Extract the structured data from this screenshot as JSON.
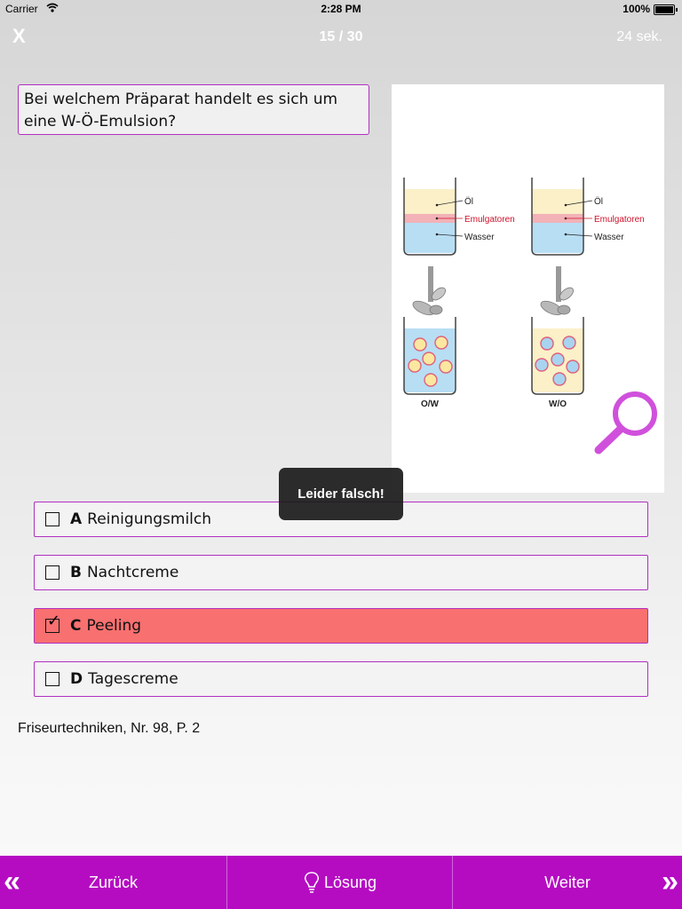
{
  "statusbar": {
    "carrier": "Carrier",
    "time": "2:28 PM",
    "battery": "100%"
  },
  "header": {
    "close_label": "X",
    "progress": "15 / 30",
    "timer": "24 sek."
  },
  "question": {
    "text": "Bei welchem Präparat handelt es sich um eine W-Ö-Emulsion?"
  },
  "figure": {
    "labels": {
      "oil": "Öl",
      "emulsifier": "Emulgatoren",
      "water": "Wasser",
      "left_caption": "O/W",
      "right_caption": "W/O"
    },
    "colors": {
      "oil": "#fbf0c8",
      "emulsifier": "#f2b2b7",
      "water": "#b8def4",
      "emulsifier_text": "#d0102a",
      "magnifier": "#d050dc"
    },
    "icon": "magnifier-icon"
  },
  "toast": {
    "text": "Leider falsch!"
  },
  "answers": [
    {
      "letter": "A",
      "text": "Reinigungsmilch",
      "checked": false
    },
    {
      "letter": "B",
      "text": "Nachtcreme",
      "checked": false
    },
    {
      "letter": "C",
      "text": "Peeling",
      "checked": true
    },
    {
      "letter": "D",
      "text": "Tagescreme",
      "checked": false
    }
  ],
  "source": "Friseurtechniken, Nr. 98, P. 2",
  "bottom": {
    "back": "Zurück",
    "solution": "Lösung",
    "next": "Weiter"
  },
  "colors": {
    "accent": "#b50cc2",
    "wrong": "#f87070"
  }
}
